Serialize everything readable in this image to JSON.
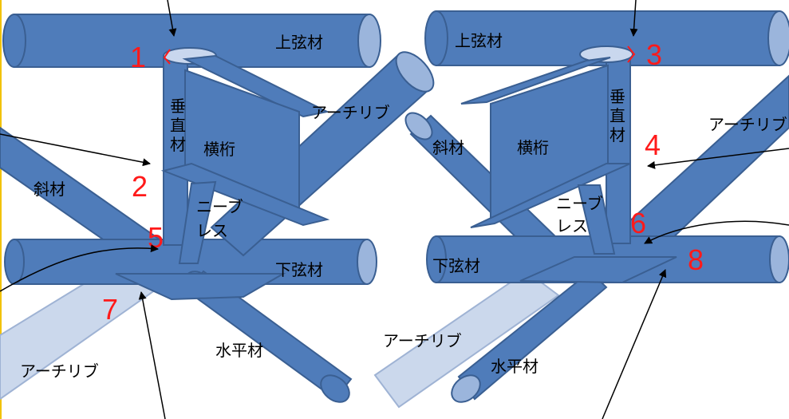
{
  "colors": {
    "member_fill": "#4f7cba",
    "member_stroke": "#3a5f92",
    "member_end": "#9bb5dc",
    "arch_light": "#cbd8ec",
    "marker_red": "#ff1a1a",
    "frame_yellow": "#f2c200"
  },
  "left": {
    "labels": {
      "upper_chord": "上弦材",
      "arch_rib_upper": "アーチリブ",
      "vertical_1": "垂",
      "vertical_2": "直",
      "vertical_3": "材",
      "cross_beam": "横桁",
      "diagonal": "斜材",
      "knee_brace_1": "ニーブ",
      "knee_brace_2": "レス",
      "lower_chord": "下弦材",
      "horizontal": "水平材",
      "arch_rib_lower": "アーチリブ"
    },
    "markers": [
      "1",
      "2",
      "5",
      "7"
    ]
  },
  "right": {
    "labels": {
      "upper_chord": "上弦材",
      "vertical_1": "垂",
      "vertical_2": "直",
      "vertical_3": "材",
      "diagonal": "斜材",
      "cross_beam": "横桁",
      "arch_rib_upper": "アーチリブ",
      "knee_brace_1": "ニーブ",
      "knee_brace_2": "レス",
      "lower_chord": "下弦材",
      "arch_rib_lower": "アーチリブ",
      "horizontal": "水平材"
    },
    "markers": [
      "3",
      "4",
      "6",
      "8"
    ]
  }
}
